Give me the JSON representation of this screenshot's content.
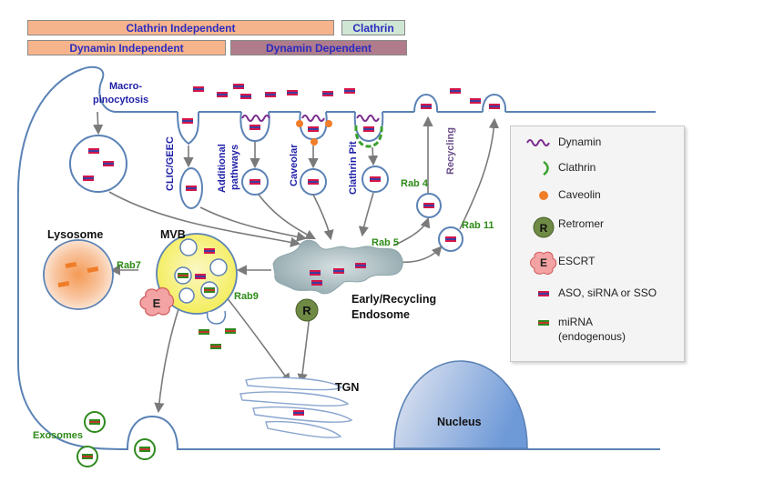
{
  "bars": {
    "clathrin_independent": "Clathrin Independent",
    "clathrin": "Clathrin",
    "dynamin_independent": "Dynamin Independent",
    "dynamin_dependent": "Dynamin Dependent"
  },
  "pathways": {
    "macropinocytosis_line1": "Macro-",
    "macropinocytosis_line2": "pinocytosis",
    "clic_geec": "CLIC/GEEC",
    "additional_line1": "Additional",
    "additional_line2": "pathways",
    "caveolar": "Caveolar",
    "clathrin_pit": "Clathrin Pit",
    "recycling": "Recycling"
  },
  "compartments": {
    "lysosome": "Lysosome",
    "mvb": "MVB",
    "early_recycling_line1": "Early/Recycling",
    "early_recycling_line2": "Endosome",
    "tgn": "TGN",
    "nucleus": "Nucleus",
    "exosomes": "Exosomes"
  },
  "rabs": {
    "rab4": "Rab 4",
    "rab5": "Rab 5",
    "rab7": "Rab7",
    "rab9": "Rab9",
    "rab11": "Rab 11"
  },
  "markers": {
    "escrt_letter": "E",
    "retromer_letter": "R"
  },
  "legend": {
    "dynamin": "Dynamin",
    "clathrin": "Clathrin",
    "caveolin": "Caveolin",
    "retromer": "Retromer",
    "escrt": "ESCRT",
    "aso_line": "ASO, siRNA or SSO",
    "mirna_line1": "miRNA",
    "mirna_line2": "(endogenous)",
    "retromer_letter": "R",
    "escrt_letter": "E"
  },
  "colors": {
    "membrane": "#5b82b5",
    "arrow": "#7a7a7a",
    "aso_red": "#d4164a",
    "aso_blue": "#3e3ea0",
    "mirna_green": "#2f8a1e",
    "mirna_red": "#c0392b",
    "dynamin_purple": "#7b2d8e",
    "clathrin_green": "#3aa12e",
    "caveolin_orange": "#f07d28",
    "retromer_fill": "#6e8a44",
    "escrt_fill": "#f3a3a3",
    "mvb_fill": "#f6f17a",
    "endosome_fill": "#a9bcc1",
    "rab_green": "#2d8a16",
    "label_blue": "#1f1fa8",
    "recycling_purple": "#6b4f8a",
    "bar_orange": "#f6b48c",
    "bar_mauve": "#b07c8c",
    "bar_green": "#cfe6d4"
  }
}
